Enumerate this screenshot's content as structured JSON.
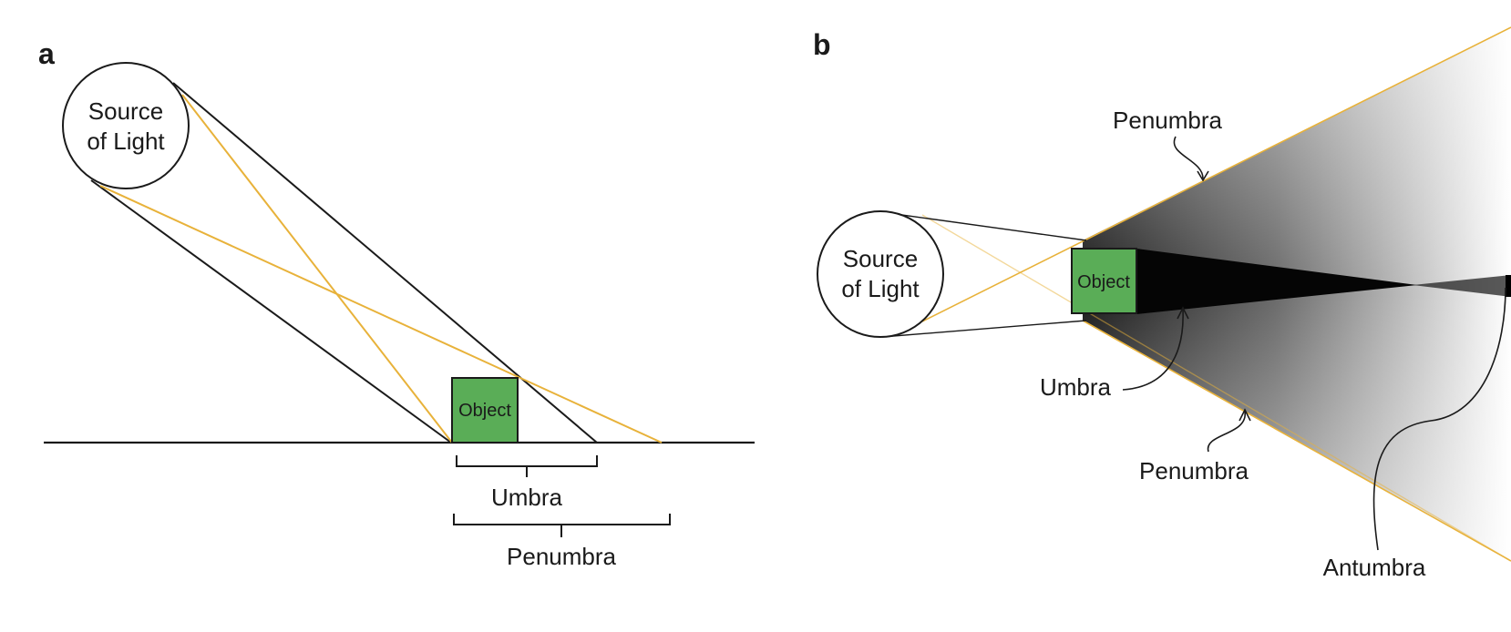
{
  "panel_a": {
    "letter": "a",
    "source_line1": "Source",
    "source_line2": "of Light",
    "object": "Object",
    "umbra": "Umbra",
    "penumbra": "Penumbra"
  },
  "panel_b": {
    "letter": "b",
    "source_line1": "Source",
    "source_line2": "of Light",
    "object": "Object",
    "penumbra_top": "Penumbra",
    "umbra": "Umbra",
    "penumbra_bottom": "Penumbra",
    "antumbra": "Antumbra"
  },
  "colors": {
    "ray_orange": "#e8b23a",
    "ray_dark": "#1a1a1a",
    "object_green": "#5aad57",
    "shadow_black": "#050505"
  }
}
